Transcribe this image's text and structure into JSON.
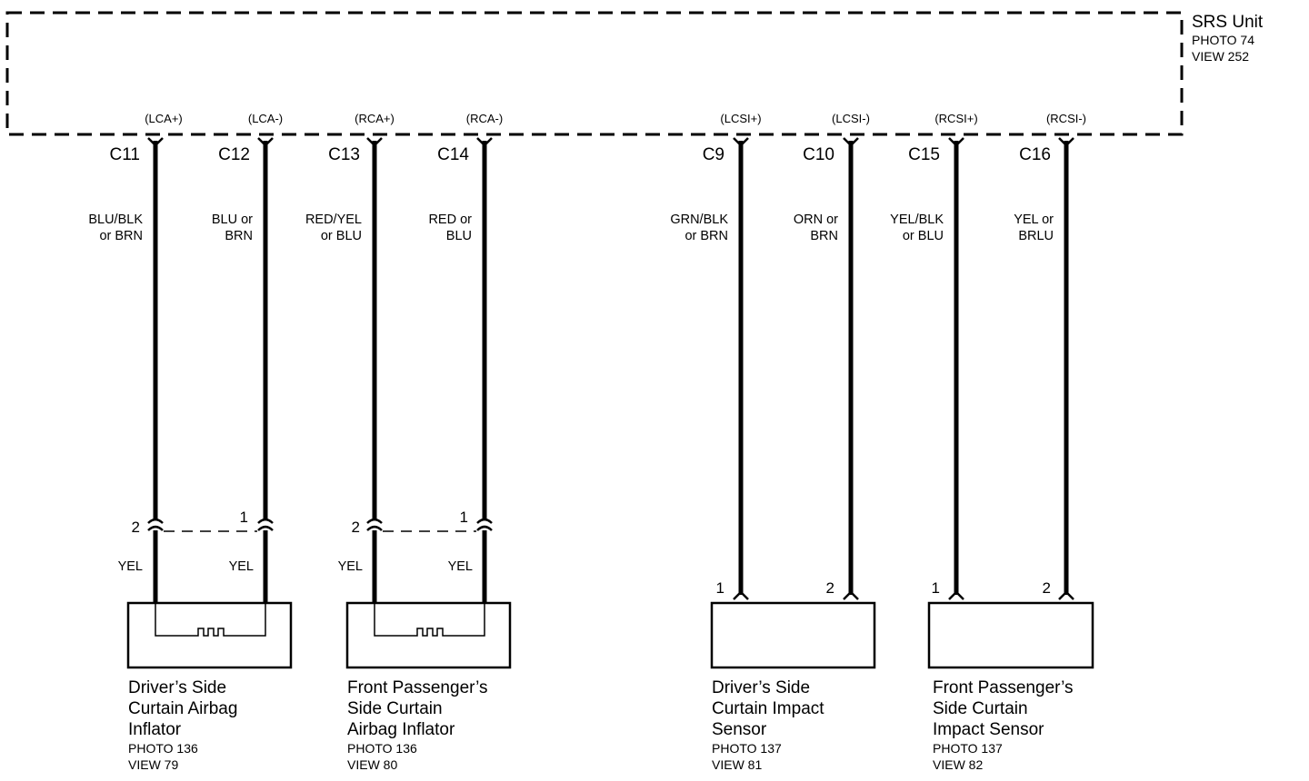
{
  "srs_unit": {
    "title": "SRS Unit",
    "photo": "PHOTO 74",
    "view": "VIEW 252"
  },
  "circuits": [
    {
      "signal": "(LCA+)",
      "pin": "C11",
      "wire": [
        "BLU/BLK",
        "or BRN"
      ],
      "terminal": "2",
      "lower_wire": "YEL"
    },
    {
      "signal": "(LCA-)",
      "pin": "C12",
      "wire": [
        "BLU or",
        "BRN"
      ],
      "terminal": "1",
      "lower_wire": "YEL"
    },
    {
      "signal": "(RCA+)",
      "pin": "C13",
      "wire": [
        "RED/YEL",
        "or BLU"
      ],
      "terminal": "2",
      "lower_wire": "YEL"
    },
    {
      "signal": "(RCA-)",
      "pin": "C14",
      "wire": [
        "RED or",
        "BLU"
      ],
      "terminal": "1",
      "lower_wire": "YEL"
    },
    {
      "signal": "(LCSI+)",
      "pin": "C9",
      "wire": [
        "GRN/BLK",
        "or BRN"
      ],
      "terminal": "1",
      "lower_wire": ""
    },
    {
      "signal": "(LCSI-)",
      "pin": "C10",
      "wire": [
        "ORN or",
        "BRN"
      ],
      "terminal": "2",
      "lower_wire": ""
    },
    {
      "signal": "(RCSI+)",
      "pin": "C15",
      "wire": [
        "YEL/BLK",
        "or BLU"
      ],
      "terminal": "1",
      "lower_wire": ""
    },
    {
      "signal": "(RCSI-)",
      "pin": "C16",
      "wire": [
        "YEL or",
        "BRLU"
      ],
      "terminal": "2",
      "lower_wire": ""
    }
  ],
  "components": [
    {
      "name": [
        "Driver’s Side",
        "Curtain Airbag",
        "Inflator"
      ],
      "photo": "PHOTO 136",
      "view": "VIEW 79"
    },
    {
      "name": [
        "Front Passenger’s",
        "Side Curtain",
        "Airbag Inflator"
      ],
      "photo": "PHOTO 136",
      "view": "VIEW 80"
    },
    {
      "name": [
        "Driver’s Side",
        "Curtain Impact",
        "Sensor"
      ],
      "photo": "PHOTO 137",
      "view": "VIEW 81"
    },
    {
      "name": [
        "Front Passenger’s",
        "Side Curtain",
        "Impact Sensor"
      ],
      "photo": "PHOTO 137",
      "view": "VIEW 82"
    }
  ]
}
